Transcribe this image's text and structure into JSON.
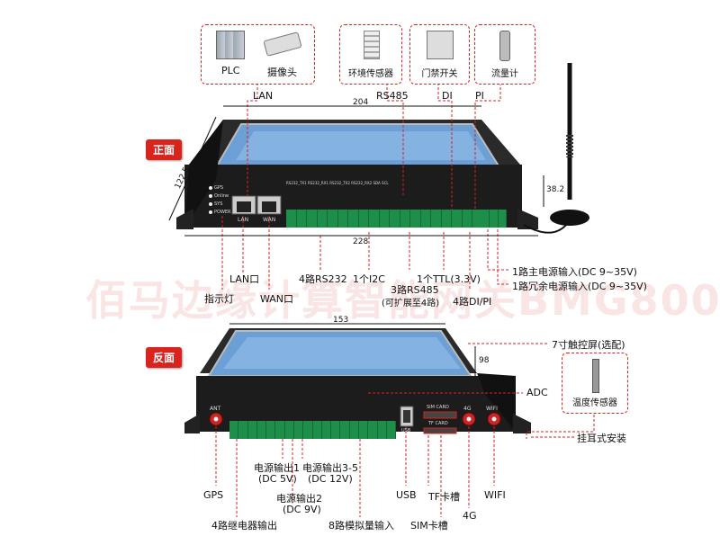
{
  "badges": {
    "front": "正面",
    "back": "反面"
  },
  "callouts": [
    {
      "label": "PLC",
      "icon": "plc-module-icon"
    },
    {
      "label": "摄像头",
      "icon": "camera-icon"
    },
    {
      "label": "环境传感器",
      "icon": "environment-sensor-icon"
    },
    {
      "label": "门禁开关",
      "icon": "access-control-icon"
    },
    {
      "label": "流量计",
      "icon": "flowmeter-icon"
    },
    {
      "label": "温度传感器",
      "icon": "temperature-sensor-icon"
    }
  ],
  "front": {
    "top_labels": {
      "lan": "LAN",
      "rs485": "RS485",
      "di": "DI",
      "pi": "PI"
    },
    "dims": {
      "width_top": "204",
      "width_bottom": "228",
      "depth": "122.5",
      "height": "38.2"
    },
    "panel_labels": {
      "lan": "LAN",
      "wan": "WAN",
      "gps": "GPS",
      "online": "Online",
      "sys": "SYS",
      "power": "POWER"
    },
    "bottom_labels": {
      "lan_port": "LAN口",
      "indicator": "指示灯",
      "wan_port": "WAN口",
      "rs232": "4路RS232",
      "i2c": "1个I2C",
      "rs485": "3路RS485",
      "rs485_note": "(可扩展至4路)",
      "ttl": "1个TTL(3.3V)",
      "dipi": "4路DI/PI",
      "power_main": "1路主电源输入(DC 9~35V)",
      "power_redundant": "1路冗余电源输入(DC 9~35V)"
    }
  },
  "back": {
    "dims": {
      "width": "153",
      "depth": "98"
    },
    "right_labels": {
      "touchscreen": "7寸触控屏(选配)",
      "adc": "ADC",
      "ear_mount": "挂耳式安装"
    },
    "panel_labels": {
      "ant": "ANT",
      "usb": "USB",
      "sim": "SIM CARD",
      "tf": "TF CARD",
      "g4": "4G",
      "wifi": "WIFI"
    },
    "bottom_labels": {
      "gps": "GPS",
      "relay": "4路继电器输出",
      "pwr1": "电源输出1",
      "pwr1_note": "(DC 5V)",
      "pwr2": "电源输出2",
      "pwr2_note": "(DC 9V)",
      "pwr35": "电源输出3-5",
      "pwr35_note": "(DC 12V)",
      "analog": "8路模拟量输入",
      "usb": "USB",
      "sim": "SIM卡槽",
      "tf": "TF卡槽",
      "g4": "4G",
      "wifi": "WIFI"
    }
  },
  "watermark": "佰马边缘计算智能网关BMG800",
  "colors": {
    "accent": "#d9231d",
    "device": "#1c1c1c",
    "terminal": "#1e8f4a",
    "screen": "#6b9fd6"
  }
}
